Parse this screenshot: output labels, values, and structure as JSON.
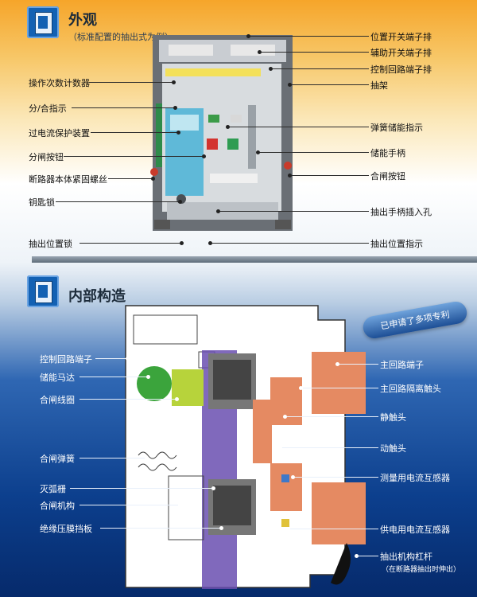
{
  "section1": {
    "title": "外观",
    "subtitle": "（标准配置的抽出式为例）",
    "labels_left": [
      "操作次数计数器",
      "分/合指示",
      "过电流保护装置",
      "分闸按钮",
      "断路器本体紧固螺丝",
      "钥匙锁",
      "抽出位置锁"
    ],
    "labels_right": [
      "位置开关端子排",
      "辅助开关端子排",
      "控制回路端子排",
      "抽架",
      "弹簧储能指示",
      "储能手柄",
      "合闸按钮",
      "抽出手柄插入孔",
      "抽出位置指示"
    ]
  },
  "section2": {
    "title": "内部构造",
    "badge": "已申请了多项专利",
    "labels_left": [
      "控制回路端子",
      "储能马达",
      "合闸线圈",
      "合闸弹簧",
      "灭弧栅",
      "合闸机构",
      "绝缘压膜挡板"
    ],
    "labels_right": [
      "主回路端子",
      "主回路隔离触头",
      "静触头",
      "动触头",
      "测量用电流互感器",
      "供电用电流互感器",
      "抽出机构杠杆"
    ],
    "note": "（在断路器抽出时伸出）"
  },
  "colors": {
    "accent": "#1361b3",
    "top_bg": "#f6a52a",
    "bottom_bg": "#0c3f8d"
  }
}
